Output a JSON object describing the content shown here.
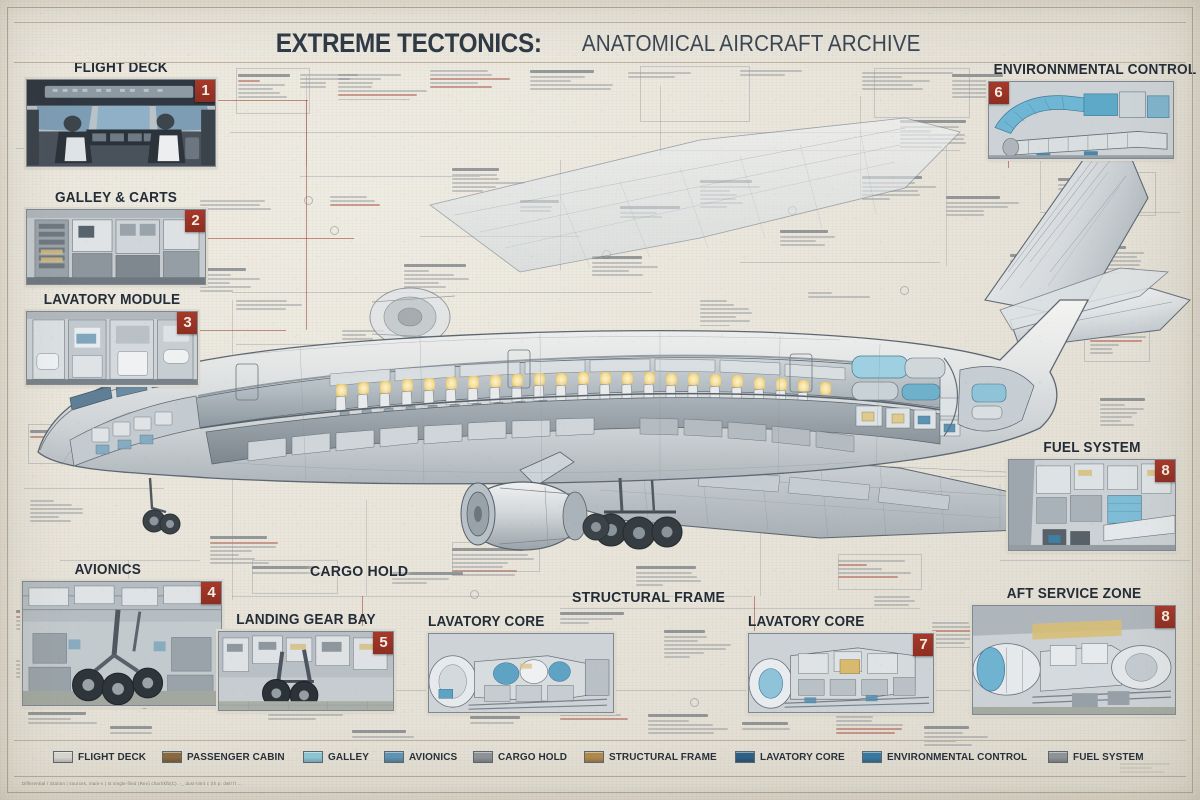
{
  "poster": {
    "title_main": "EXTREME TECTONICS:",
    "title_sub": "ANATOMICAL AIRCRAFT ARCHIVE",
    "paper_color": "#e9e5db",
    "ink_color": "#2e3a46",
    "accent_color": "#a8392a",
    "footer_note": "Differential / Station  |  sources, main-v  |  st single-filed   (Rev) chart/kfb(C)   .-_   dust-limit c (th p: dwll ft ..."
  },
  "callouts": [
    {
      "id": "flight-deck",
      "title": "FLIGHT DECK",
      "badge": "1",
      "badge_pos": "tr"
    },
    {
      "id": "galley-carts",
      "title": "GALLEY & CARTS",
      "badge": "2",
      "badge_pos": "tr"
    },
    {
      "id": "lavatory-module",
      "title": "LAVATORY MODULE",
      "badge": "3",
      "badge_pos": "tr"
    },
    {
      "id": "avionics",
      "title": "AVIONICS",
      "badge": "4",
      "badge_pos": "tr"
    },
    {
      "id": "landing-gear-bay",
      "title": "LANDING GEAR BAY",
      "badge": "5",
      "badge_pos": "tr"
    },
    {
      "id": "environmental-control",
      "title": "ENVIRONNMENTAL CONTROL",
      "badge": "6",
      "badge_pos": "tl"
    },
    {
      "id": "lavatory-core-left",
      "title": "LAVATORY CORE",
      "badge": "",
      "badge_pos": "tr"
    },
    {
      "id": "lavatory-core-right",
      "title": "LAVATORY CORE",
      "badge": "7",
      "badge_pos": "tr"
    },
    {
      "id": "fuel-system",
      "title": "FUEL SYSTEM",
      "badge": "8",
      "badge_pos": "tr"
    },
    {
      "id": "aft-service-zone",
      "title": "AFT SERVICE ZONE",
      "badge": "8",
      "badge_pos": "tr"
    }
  ],
  "map_labels": [
    {
      "id": "cargo-hold",
      "text": "CARGO HOLD"
    },
    {
      "id": "structural-frame",
      "text": "STRUCTURAL FRAME"
    }
  ],
  "legend": {
    "items": [
      {
        "label": "FLIGHT DECK",
        "color": "#d8d8d2"
      },
      {
        "label": "PASSENGER CABIN",
        "color": "#8a6a41"
      },
      {
        "label": "GALLEY",
        "color": "#8ec6d8"
      },
      {
        "label": "AVIONICS",
        "color": "#5f94b4"
      },
      {
        "label": "CARGO HOLD",
        "color": "#8d9397"
      },
      {
        "label": "STRUCTURAL FRAME",
        "color": "#b08a4e"
      },
      {
        "label": "LAVATORY CORE",
        "color": "#2f5f86"
      },
      {
        "label": "ENVIRONMENTAL CONTROL",
        "color": "#3a79a3"
      },
      {
        "label": "FUEL SYSTEM",
        "color": "#8f9499"
      }
    ]
  }
}
